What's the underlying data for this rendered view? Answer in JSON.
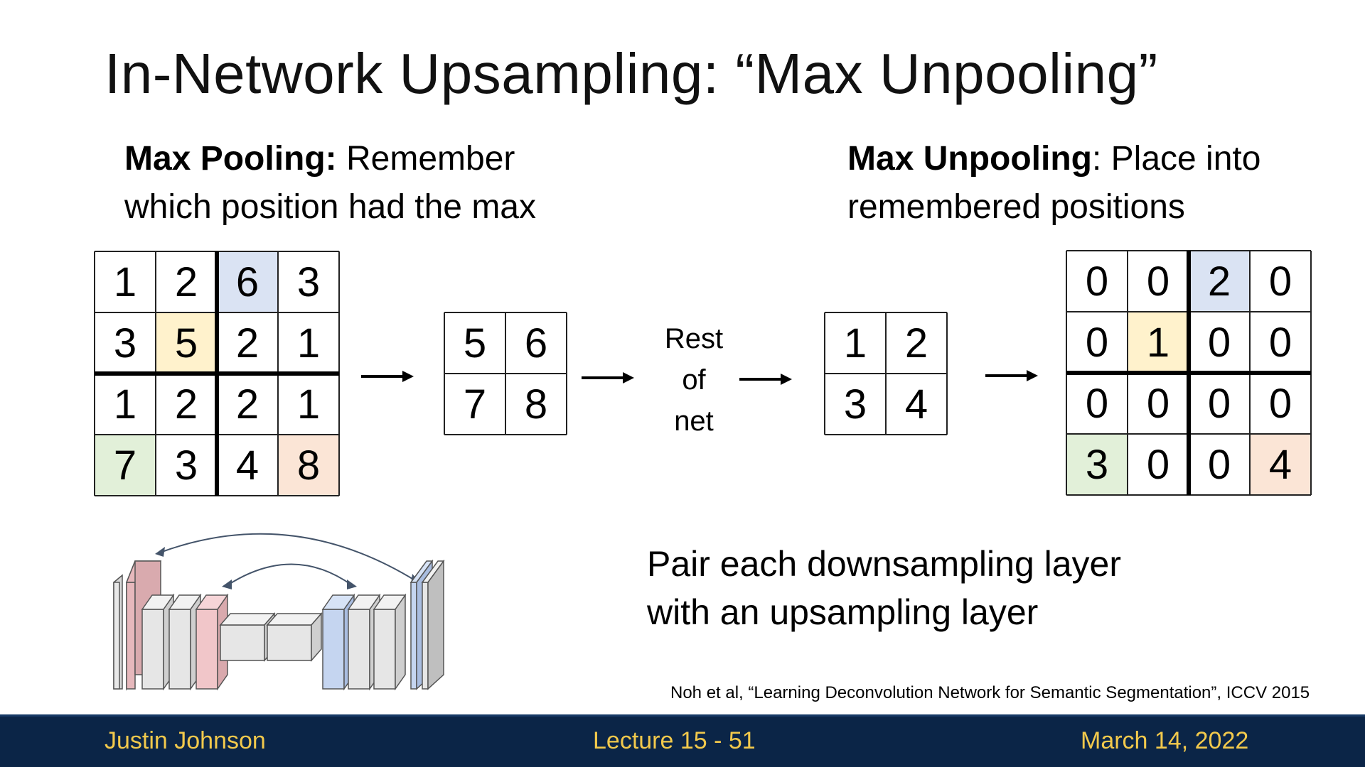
{
  "title": "In-Network Upsampling: “Max Unpooling”",
  "left_desc": {
    "bold": "Max Pooling:",
    "text_line1": " Remember",
    "text_line2": "which position had the max"
  },
  "right_desc": {
    "bold": "Max Unpooling",
    "text_line1": ": Place into",
    "text_line2": "remembered positions"
  },
  "input_grid": [
    [
      "1",
      "2",
      "6",
      "3"
    ],
    [
      "3",
      "5",
      "2",
      "1"
    ],
    [
      "1",
      "2",
      "2",
      "1"
    ],
    [
      "7",
      "3",
      "4",
      "8"
    ]
  ],
  "pooled_grid": [
    [
      "5",
      "6"
    ],
    [
      "7",
      "8"
    ]
  ],
  "rest_of_net": [
    "Rest",
    "of",
    "net"
  ],
  "small_grid": [
    [
      "1",
      "2"
    ],
    [
      "3",
      "4"
    ]
  ],
  "unpooled_grid": [
    [
      "0",
      "0",
      "2",
      "0"
    ],
    [
      "0",
      "1",
      "0",
      "0"
    ],
    [
      "0",
      "0",
      "0",
      "0"
    ],
    [
      "3",
      "0",
      "0",
      "4"
    ]
  ],
  "highlight_colors": {
    "top_right": "#dae3f3",
    "top_left": "#fff2cc",
    "bottom_left": "#e2f0d9",
    "bottom_right": "#fbe5d6"
  },
  "pair_text": {
    "line1": "Pair each downsampling layer",
    "line2": "with an upsampling layer"
  },
  "citation": "Noh et al, “Learning Deconvolution Network for Semantic Segmentation”, ICCV 2015",
  "footer": {
    "author": "Justin Johnson",
    "lecture": "Lecture 15 -  51",
    "date": "March 14, 2022"
  }
}
